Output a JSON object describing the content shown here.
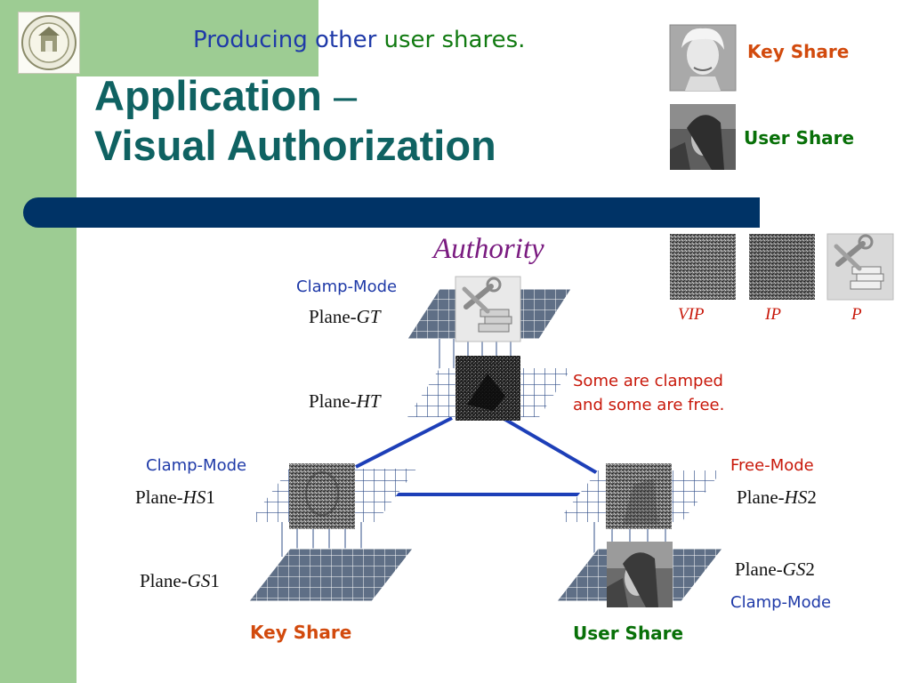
{
  "header": {
    "subtitle_part1": "Producing other",
    "subtitle_part2": "user shares.",
    "title_line1": "Application",
    "title_dash": "–",
    "title_line2": "Visual Authorization"
  },
  "top_legend": {
    "key_share": "Key Share",
    "user_share": "User Share"
  },
  "authority_label": "Authority",
  "authority_legend": [
    "VIP",
    "IP",
    "P"
  ],
  "note": {
    "line1": "Some are clamped",
    "line2": "and some are free."
  },
  "planes": {
    "gt": {
      "mode": "Clamp-Mode",
      "prefix": "Plane-",
      "name": "GT",
      "suffix": ""
    },
    "ht": {
      "prefix": "Plane-",
      "name": "HT",
      "suffix": ""
    },
    "hs1": {
      "mode": "Clamp-Mode",
      "prefix": "Plane-",
      "name": "HS",
      "suffix": "1"
    },
    "gs1": {
      "prefix": "Plane-",
      "name": "GS",
      "suffix": "1"
    },
    "hs2": {
      "mode": "Free-Mode",
      "prefix": "Plane-",
      "name": "HS",
      "suffix": "2"
    },
    "gs2": {
      "mode": "Clamp-Mode",
      "prefix": "Plane-",
      "name": "GS",
      "suffix": "2"
    }
  },
  "bottom_labels": {
    "key_share": "Key Share",
    "user_share": "User Share"
  },
  "colors": {
    "sidebar": "#9dcc93",
    "title": "#0f6262",
    "bar": "#003366",
    "authority": "#7a1b80",
    "blue_text": "#1f3aa8",
    "red_text": "#c8180a",
    "key_share": "#d24a0d",
    "user_share": "#087008",
    "connector": "#1d3fb8",
    "grid_fill": "#5f6f86"
  }
}
